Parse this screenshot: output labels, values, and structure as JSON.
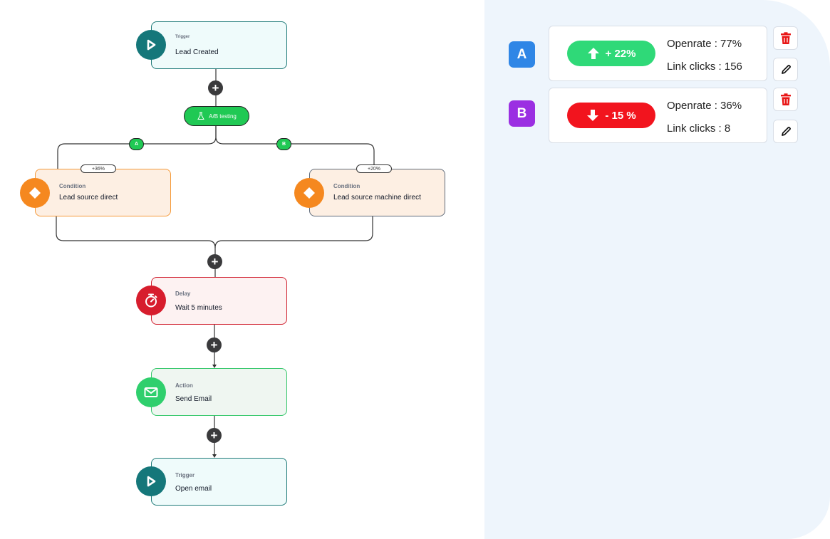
{
  "flow": {
    "trigger1": {
      "type": "Trigger",
      "title": "Lead Created",
      "icon": "play-icon"
    },
    "ab_test": {
      "label": "A/B testing",
      "icon": "flask-icon"
    },
    "branch_a": {
      "label": "A",
      "percent": "+36%"
    },
    "branch_b": {
      "label": "B",
      "percent": "+20%"
    },
    "condition_a": {
      "type": "Condition",
      "title": "Lead source direct",
      "icon": "diamond-icon"
    },
    "condition_b": {
      "type": "Condition",
      "title": "Lead source machine direct",
      "icon": "diamond-icon"
    },
    "delay": {
      "type": "Delay",
      "title": "Wait 5 minutes",
      "icon": "stopwatch-icon"
    },
    "action": {
      "type": "Action",
      "title": "Send Email",
      "icon": "mail-icon"
    },
    "trigger2": {
      "type": "Trigger",
      "title": "Open email",
      "icon": "play-icon"
    }
  },
  "variants": [
    {
      "label": "A",
      "label_color": "#2f86e6",
      "stat": "+ 22%",
      "trend": "up",
      "stat_color": "#2fd978",
      "openrate": "Openrate : 77%",
      "link_clicks": "Link clicks : 156"
    },
    {
      "label": "B",
      "label_color": "#9b2fe2",
      "stat": "- 15 %",
      "trend": "down",
      "stat_color": "#f2141e",
      "openrate": "Openrate : 36%",
      "link_clicks": "Link clicks : 8"
    }
  ],
  "colors": {
    "trash": "#e81616",
    "canvas_bg": "#ffffff",
    "panel_bg": "#eef5fc"
  }
}
